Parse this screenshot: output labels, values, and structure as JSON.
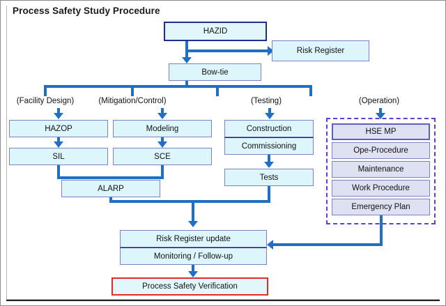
{
  "diagram": {
    "title": "Process Safety Study Procedure",
    "type": "flowchart",
    "colors": {
      "connector": "#1f6fc4",
      "node_fill": "#ddf6fb",
      "node_border": "#7b81c4",
      "highlight_border": "#1d2f8e",
      "operation_fill": "#dee1f2",
      "operation_group_border": "#5d3fd3",
      "verification_border": "#e02b2b"
    },
    "top": {
      "hazid": "HAZID",
      "risk_register": "Risk Register",
      "bowtie": "Bow-tie"
    },
    "branches": [
      {
        "label": "(Facility Design)"
      },
      {
        "label": "(Mitigation/Control)"
      },
      {
        "label": "(Testing)"
      },
      {
        "label": "(Operation)"
      }
    ],
    "columns": {
      "facility_design": [
        "HAZOP",
        "SIL"
      ],
      "mitigation_control": [
        "Modeling",
        "SCE"
      ],
      "testing": [
        "Construction",
        "Commissioning",
        "Tests"
      ],
      "operation": [
        "HSE MP",
        "Ope-Procedure",
        "Maintenance",
        "Work Procedure",
        "Emergency Plan"
      ]
    },
    "merge": {
      "alarp": "ALARP"
    },
    "bottom": {
      "risk_register_update": "Risk Register update",
      "monitoring": "Monitoring / Follow-up",
      "verification": "Process Safety Verification"
    }
  }
}
